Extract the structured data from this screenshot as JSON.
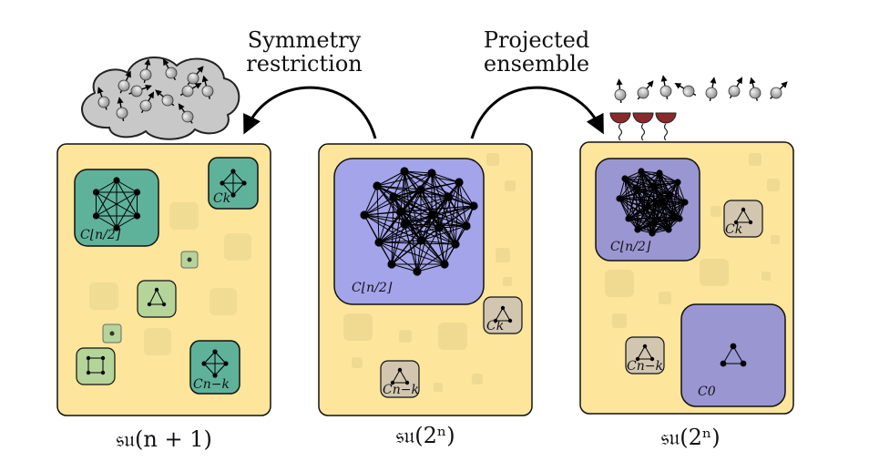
{
  "annotations": {
    "left_arrow": [
      "Symmetry",
      "restriction"
    ],
    "right_arrow": [
      "Projected",
      "ensemble"
    ]
  },
  "panels": [
    {
      "algebra_label": "𝔰𝔲(n + 1)",
      "modules": [
        "C⌊n/2⌋",
        "Ck",
        "Cn−k"
      ]
    },
    {
      "algebra_label": "𝔰𝔲(2ⁿ)",
      "modules": [
        "C⌊n/2⌋",
        "Ck",
        "Cn−k"
      ]
    },
    {
      "algebra_label": "𝔰𝔲(2ⁿ)",
      "modules": [
        "C⌊n/2⌋",
        "Ck",
        "Cn−k",
        "C0"
      ]
    }
  ],
  "colors": {
    "panel_fill": "#fde59b",
    "teal_module": "#5fb29a",
    "green_module": "#b5d49a",
    "purple_module": "#8f91de",
    "beige_module": "#d2c6b0",
    "cloud": "#c8c8c8",
    "detector": "#8b2a2a"
  },
  "icons": [
    "cloud-icon",
    "spin-icon",
    "detector-icon",
    "graph-icon",
    "arrow-icon"
  ]
}
